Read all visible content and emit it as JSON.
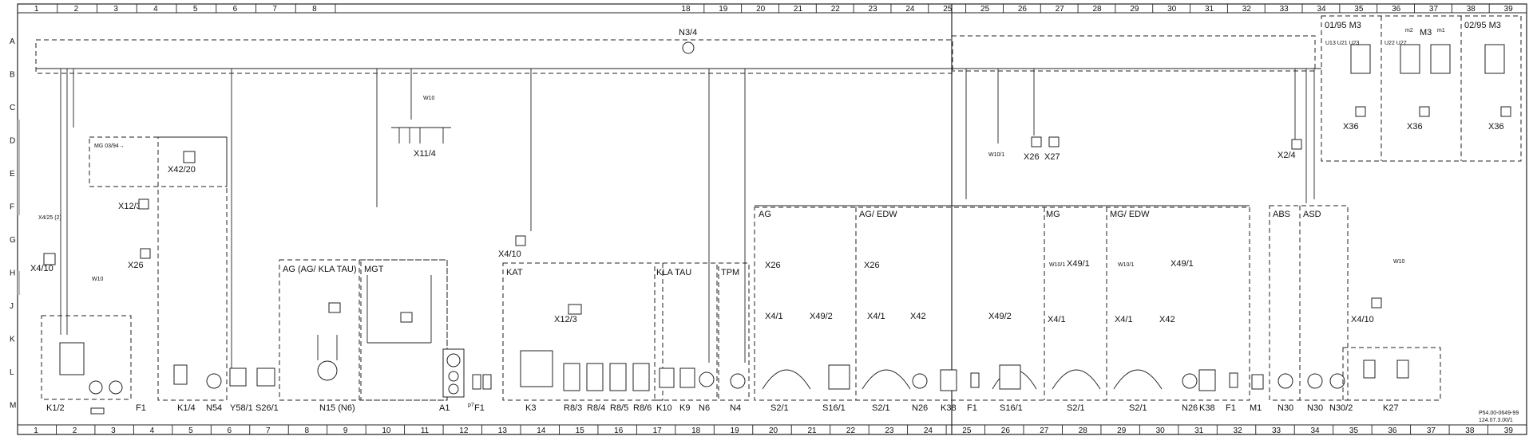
{
  "sheet": {
    "columns_top": [
      "1",
      "2",
      "3",
      "4",
      "5",
      "6",
      "7",
      "8",
      "18",
      "19",
      "20",
      "21",
      "22",
      "23",
      "24",
      "25",
      "25",
      "26",
      "27",
      "28",
      "29",
      "30",
      "31",
      "32",
      "33",
      "34",
      "35",
      "36",
      "37",
      "38",
      "39"
    ],
    "columns_bottom": [
      "1",
      "2",
      "3",
      "4",
      "5",
      "6",
      "7",
      "8",
      "9",
      "10",
      "11",
      "12",
      "13",
      "14",
      "15",
      "16",
      "17",
      "18",
      "19",
      "20",
      "21",
      "22",
      "23",
      "24",
      "25",
      "26",
      "27",
      "28",
      "29",
      "30",
      "31",
      "32",
      "33",
      "34",
      "35",
      "36",
      "37",
      "38",
      "39"
    ],
    "rows": [
      "A",
      "B",
      "C",
      "D",
      "E",
      "F",
      "G",
      "H",
      "J",
      "K",
      "L",
      "M"
    ],
    "drawing_ref": [
      "P54.00-0649-99",
      "124.07.3.00/1"
    ]
  },
  "bus": {
    "connector": "N3/4"
  },
  "labels": {
    "x11_4": "X11/4",
    "w10": "W10",
    "mg_0394": "MG 03/94→",
    "x42_20": "X42/20",
    "x4_25": "X4/25 (2)",
    "x12_3": "X12/3",
    "x26": "X26",
    "x4_10": "X4/10",
    "w10_1": "W10/1",
    "x27": "X27",
    "x2_4": "X2/4",
    "x36": "X36",
    "x49_1": "X49/1",
    "x49_2": "X49/2",
    "x4_1": "X4/1",
    "x42": "X42",
    "p7": "p7"
  },
  "groups": {
    "ag": "AG (AG/ KLA TAU)",
    "mgt": "MGT",
    "kat": "KAT",
    "kla_tau": "KLA TAU",
    "tpm": "TPM",
    "ag2": "AG",
    "ag_edw": "AG/ EDW",
    "mg": "MG",
    "mg_edw": "MG/ EDW",
    "abs": "ABS",
    "asd": "ASD",
    "m3a": "01/95 M3",
    "m3a_codes": "U13 U21 U23",
    "m3b": "M3",
    "m3b_codes": "U22 U27",
    "m3b_m": [
      "m2",
      "m1"
    ],
    "m3c": "02/95 M3"
  },
  "components": [
    {
      "id": "K1/2"
    },
    {
      "id": "F1"
    },
    {
      "id": "K1/4"
    },
    {
      "id": "N54"
    },
    {
      "id": "Y58/1"
    },
    {
      "id": "S26/1"
    },
    {
      "id": "N15 (N6)"
    },
    {
      "id": "A1"
    },
    {
      "id": "F1"
    },
    {
      "id": "K3"
    },
    {
      "id": "R8/3"
    },
    {
      "id": "R8/4"
    },
    {
      "id": "R8/5"
    },
    {
      "id": "R8/6"
    },
    {
      "id": "K10"
    },
    {
      "id": "K9"
    },
    {
      "id": "N6"
    },
    {
      "id": "N4"
    },
    {
      "id": "S2/1"
    },
    {
      "id": "S16/1"
    },
    {
      "id": "S2/1"
    },
    {
      "id": "N26"
    },
    {
      "id": "K38"
    },
    {
      "id": "F1"
    },
    {
      "id": "S16/1"
    },
    {
      "id": "S2/1"
    },
    {
      "id": "S2/1"
    },
    {
      "id": "N26"
    },
    {
      "id": "K38"
    },
    {
      "id": "F1"
    },
    {
      "id": "M1"
    },
    {
      "id": "N30"
    },
    {
      "id": "N30"
    },
    {
      "id": "N30/2"
    },
    {
      "id": "K27"
    }
  ]
}
